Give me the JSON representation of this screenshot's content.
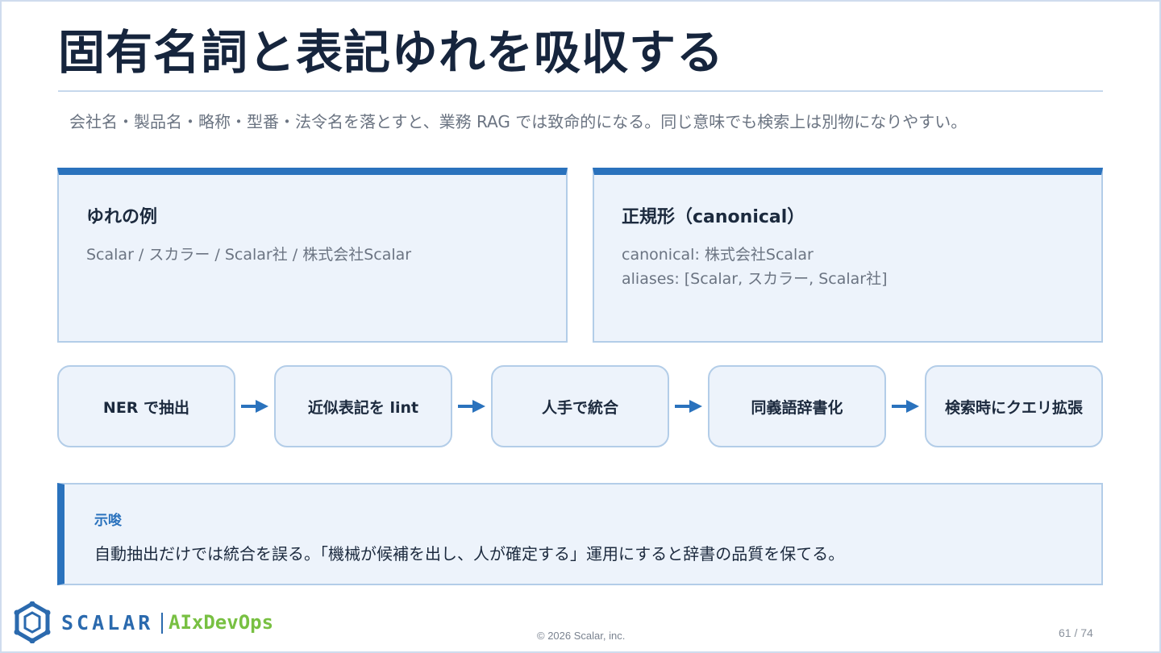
{
  "slide": {
    "title": "固有名詞と表記ゆれを吸収する",
    "subtitle": "会社名・製品名・略称・型番・法令名を落とすと、業務 RAG では致命的になる。同じ意味でも検索上は別物になりやすい。"
  },
  "cards": {
    "left": {
      "title": "ゆれの例",
      "lines": [
        "Scalar / スカラー / Scalar社 / 株式会社Scalar"
      ]
    },
    "right": {
      "title": "正規形（canonical）",
      "lines": [
        "canonical: 株式会社Scalar",
        "aliases: [Scalar, スカラー, Scalar社]"
      ]
    }
  },
  "flow": {
    "steps": [
      "NER で抽出",
      "近似表記を lint",
      "人手で統合",
      "同義語辞書化",
      "検索時にクエリ拡張"
    ],
    "arrow_icon": "arrow-right-icon"
  },
  "callout": {
    "label": "示唆",
    "text": "自動抽出だけでは統合を誤る。「機械が候補を出し、人が確定する」運用にすると辞書の品質を保てる。"
  },
  "footer": {
    "brand": "SCALAR",
    "brand_sub": "AIxDevOps",
    "copyright": "© 2026 Scalar, inc.",
    "page": "61 / 74",
    "logo_icon": "scalar-logo-icon"
  },
  "colors": {
    "accent": "#2a72bd",
    "card_bg": "#edf3fb",
    "card_border": "#b3cde8",
    "title": "#16253d",
    "brand_blue": "#2b6aae",
    "brand_green": "#78c042"
  }
}
